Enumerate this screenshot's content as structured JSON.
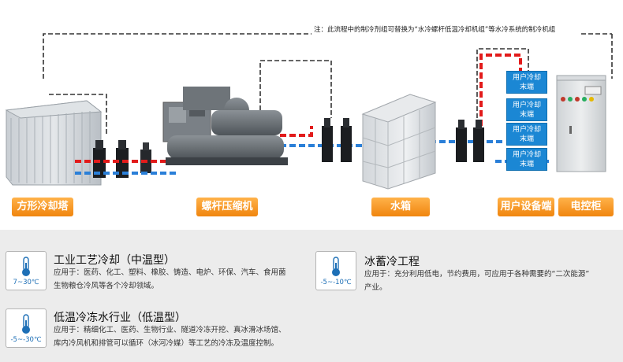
{
  "note": "注：此流程中的制冷剂组可替换为“水冷螺杆低温冷却机组”等水冷系统的制冷机组",
  "labels": {
    "cooling_tower": "方形冷却塔",
    "screw_compressor": "螺杆压缩机",
    "water_tank": "水箱",
    "user_end": "用户设备端",
    "control_cabinet": "电控柜"
  },
  "user_terminals": [
    {
      "line1": "用户冷却",
      "line2": "末端"
    },
    {
      "line1": "用户冷却",
      "line2": "末端"
    },
    {
      "line1": "用户冷却",
      "line2": "末端"
    },
    {
      "line1": "用户冷却",
      "line2": "末端"
    }
  ],
  "applications": [
    {
      "temp_range": "7~30℃",
      "title": "工业工艺冷却（中温型）",
      "desc_line1": "应用于：医药、化工、塑料、橡胶、铸造、电炉、环保、汽车、食用菌",
      "desc_line2": "生物粮仓冷风等各个冷却领域。"
    },
    {
      "temp_range": "-5~-10℃",
      "title": "冰蓄冷工程",
      "desc_line1": "应用于：充分利用低电，节约费用，可应用于各种需要的“二次能源”",
      "desc_line2": "产业。"
    },
    {
      "temp_range": "-5~-30℃",
      "title": "低温冷冻水行业（低温型）",
      "desc_line1": "应用于：精细化工、医药、生物行业、隧道冷冻开挖、真冰滑冰场馆、",
      "desc_line2": "库内冷风机和排管可以循环（冰河冷媒）等工艺的冷冻及温度控制。"
    }
  ],
  "colors": {
    "label_orange": "#f0850e",
    "terminal_blue": "#1b87d4",
    "pipe_red": "#e21b1b",
    "pipe_blue": "#2a7fd8",
    "info_bg": "#ececec",
    "temp_text": "#1d6fb6"
  }
}
